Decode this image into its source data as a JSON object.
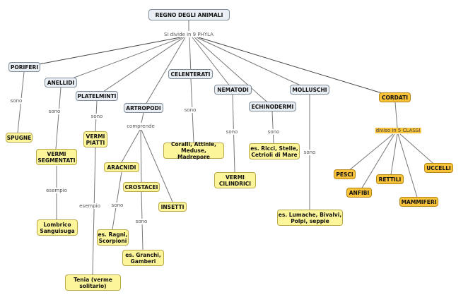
{
  "root": "REGNO DEGLI ANIMALI",
  "root_link": "Si divide in 9 PHYLA",
  "phyla": {
    "poriferi": "PORIFERI",
    "anellidi": "ANELLIDI",
    "platelminti": "PLATELMINTI",
    "artropodi": "ARTROPODI",
    "celenterati": "CELENTERATI",
    "nematodi": "NEMATODI",
    "echinodermi": "ECHINODERMI",
    "molluschi": "MOLLUSCHI",
    "cordati": "CORDATI"
  },
  "links": {
    "sono": "sono",
    "comprende": "comprende",
    "esempio": "esempio",
    "diviso": "diviso in 5 CLASSI"
  },
  "examples": {
    "spugne": "SPUGNE",
    "vermi_segmentati": "VERMI\nSEGMENTATI",
    "vermi_piatti": "VERMI\nPIATTI",
    "coralli": "Coralli, Attinie,\nMeduse, Madrepore",
    "vermi_cilindrici": "VERMI\nCILINDRICI",
    "ricci": "es. Ricci, Stelle,\nCetrioli di Mare",
    "lumache": "es. Lumache, Bivalvi,\nPolpi, seppie",
    "lombrico": "Lombrico\nSanguisuga",
    "tenia": "Tenia (verme\nsolitario)",
    "aracnidi": "ARACNIDI",
    "crostacei": "CROSTACEI",
    "insetti": "INSETTI",
    "ragni": "es. Ragni,\nScorpioni",
    "granchi": "es. Granchi,\nGamberi"
  },
  "classi": {
    "pesci": "PESCI",
    "anfibi": "ANFIBI",
    "rettili": "RETTILI",
    "uccelli": "UCCELLI",
    "mammiferi": "MAMMIFERI"
  },
  "colors": {
    "phylum": "#e9eff4",
    "example": "#fdf59a",
    "cordati": "#f8c23a",
    "line": "#777777"
  }
}
